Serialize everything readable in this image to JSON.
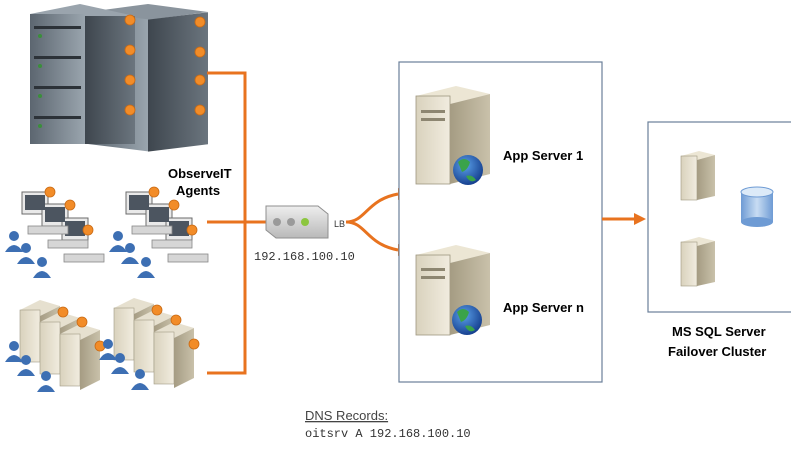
{
  "agents": {
    "label_line1": "ObserveIT",
    "label_line2": "Agents"
  },
  "load_balancer": {
    "tag": "LB",
    "ip": "192.168.100.10"
  },
  "app_servers": [
    {
      "label": "App Server 1"
    },
    {
      "label": "App Server n"
    }
  ],
  "sql_cluster": {
    "label_line1": "MS SQL Server",
    "label_line2": "Failover Cluster"
  },
  "dns": {
    "heading": "DNS Records:",
    "record": "oitsrv A 192.168.100.10"
  },
  "colors": {
    "connector": "#e8731f",
    "box_border": "#6a7f99",
    "indicator": "#f28c28",
    "lb_led": "#8cc63f"
  }
}
